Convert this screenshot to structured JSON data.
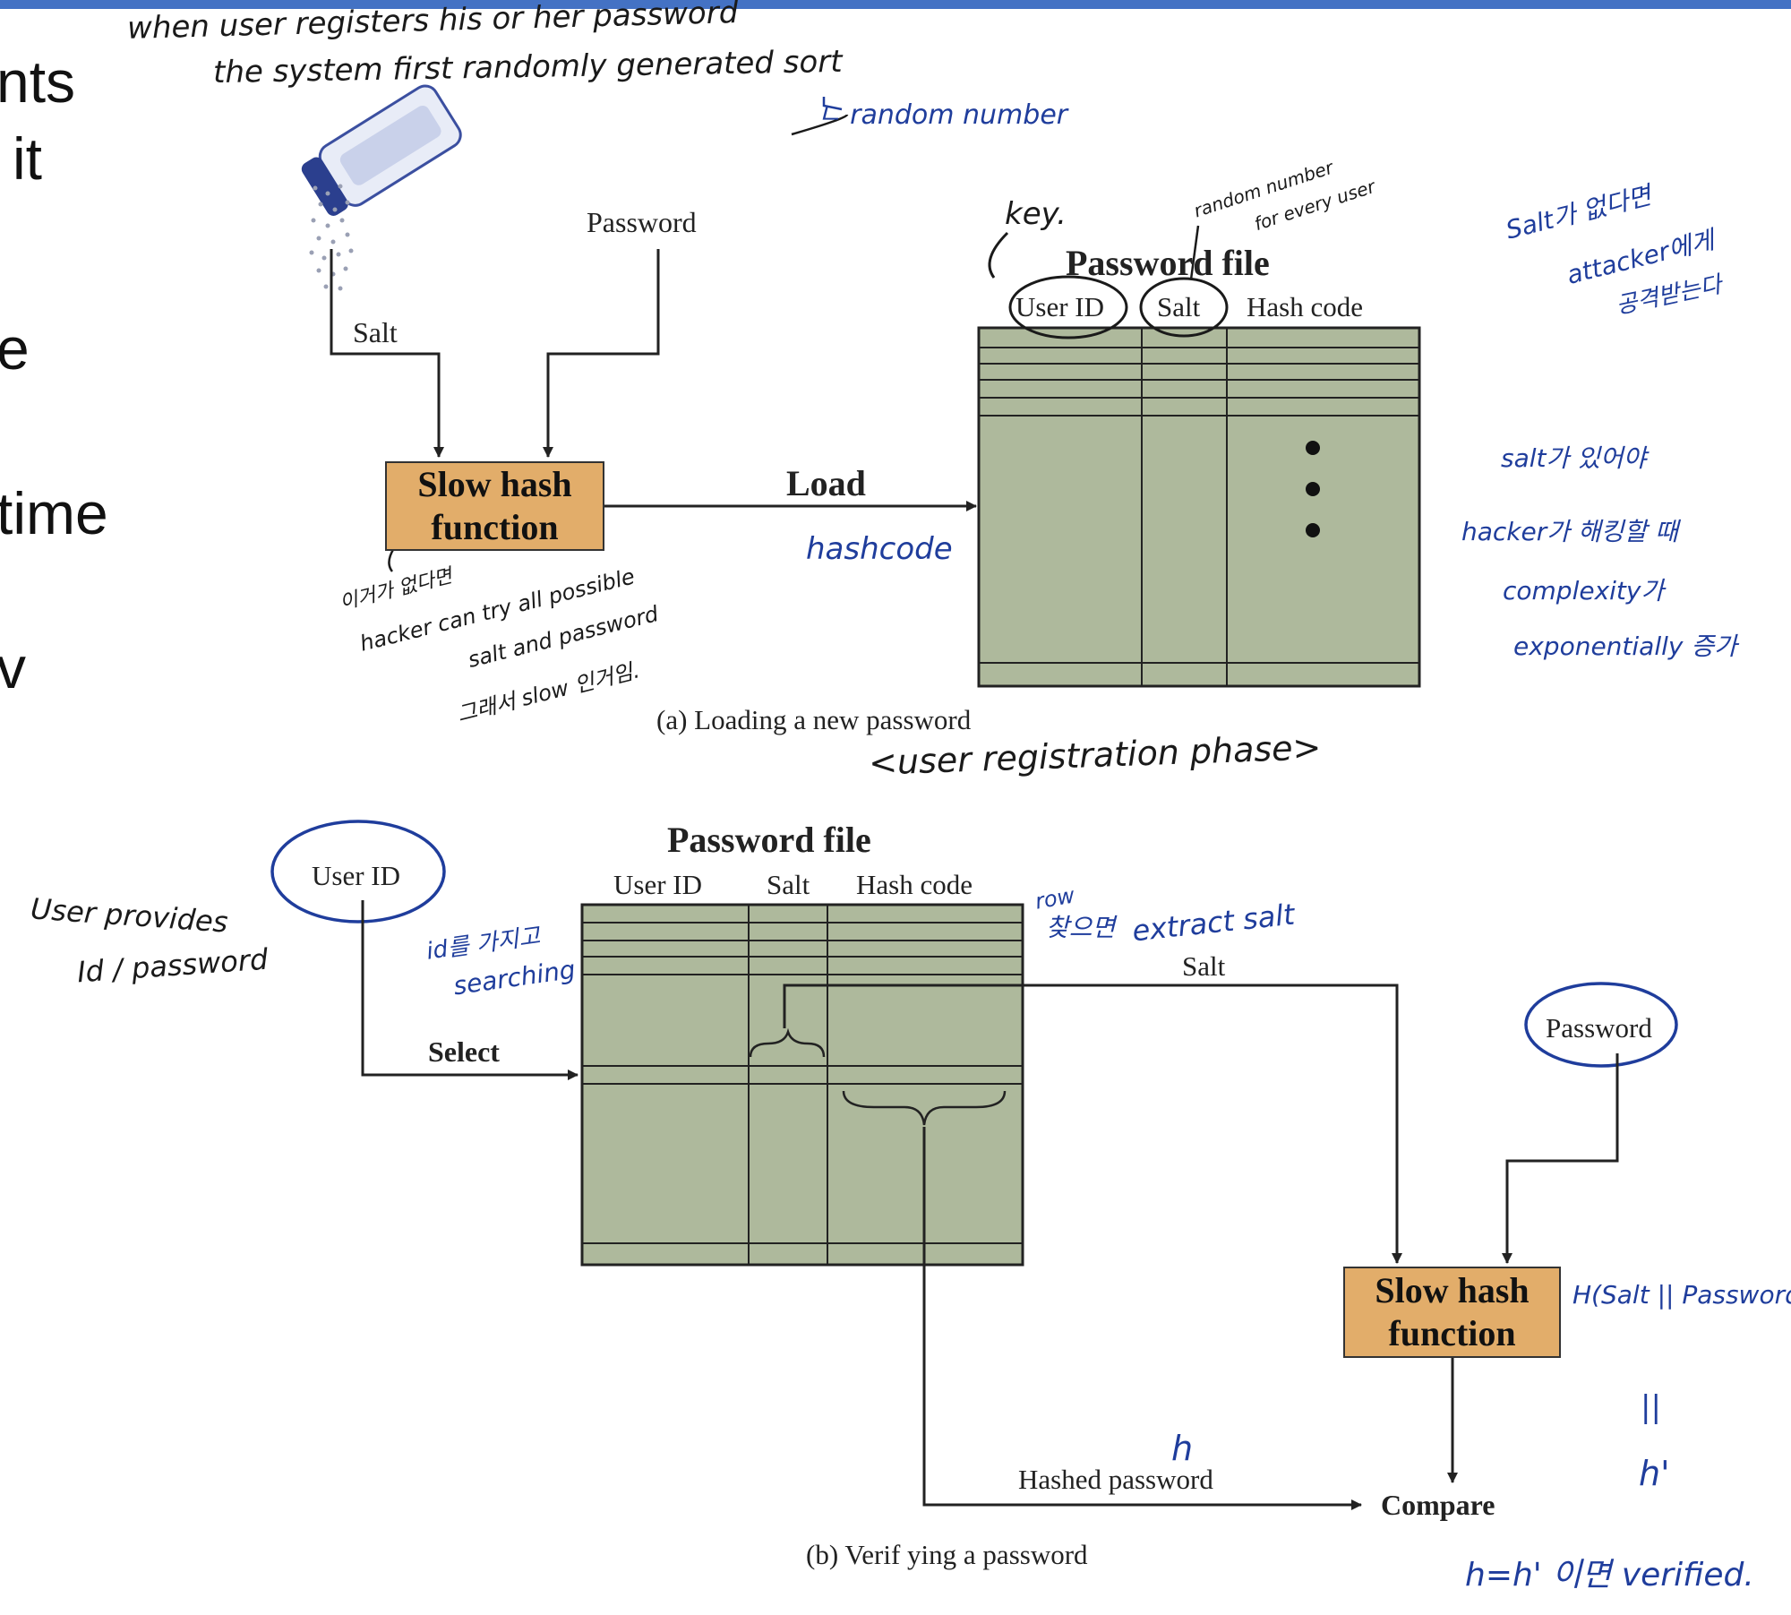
{
  "slide_fragments": [
    "nts",
    "it",
    "e",
    "time",
    "v"
  ],
  "colors": {
    "accent_rule": "#4472c4",
    "table_fill": "#aeb99c",
    "hash_box_fill": "#e2ad6a",
    "ink_blue": "#1f3d9c",
    "ink_black": "#1a1a1a"
  },
  "diagram": {
    "part_a": {
      "caption": "(a) Loading a new password",
      "password_label": "Password",
      "salt_label": "Salt",
      "hash_box": {
        "line1": "Slow hash",
        "line2": "function"
      },
      "load_label": "Load",
      "file_title": "Password file",
      "columns": [
        "User ID",
        "Salt",
        "Hash code"
      ],
      "icon": "salt-shaker"
    },
    "part_b": {
      "caption": "(b) Verif ying a password",
      "user_id_label": "User ID",
      "select_label": "Select",
      "file_title": "Password file",
      "columns": [
        "User ID",
        "Salt",
        "Hash code"
      ],
      "salt_label": "Salt",
      "password_label": "Password",
      "hash_box": {
        "line1": "Slow hash",
        "line2": "function"
      },
      "hashed_password_label": "Hashed password",
      "compare_label": "Compare"
    }
  },
  "annotations": {
    "top_line1": "when user registers his or her password",
    "top_line2": "the system first randomly generated sort",
    "random_number": "ㄴ random number",
    "key": "key.",
    "random_per_user_1": "random number",
    "random_per_user_2": "for every user",
    "salt_note_1": "Salt가 없다면",
    "salt_note_2": "attacker에게",
    "salt_note_3": "공격받는다",
    "hashcode": "hashcode",
    "salt_present": "salt가 있어야",
    "hacker_complexity_1": "hacker가 해킹할 때",
    "hacker_complexity_2": "complexity가",
    "hacker_complexity_3": "exponentially 증가",
    "slow_note_1": "이거가 없다면",
    "slow_note_2": "hacker can try all possible",
    "slow_note_3": "salt and password",
    "slow_note_4": "그래서 slow 인거임.",
    "phase": "<user registration phase>",
    "user_provides_1": "User provides",
    "user_provides_2": "Id / password",
    "searching_1": "id를 가지고",
    "searching_2": "searching",
    "row_1": "row",
    "row_2": "찾으면",
    "extract_salt": "extract salt",
    "formula": "H(Salt || Password)",
    "h": "h",
    "equals": "||",
    "h_prime": "h'",
    "verified": "h=h' 이면 verified."
  }
}
